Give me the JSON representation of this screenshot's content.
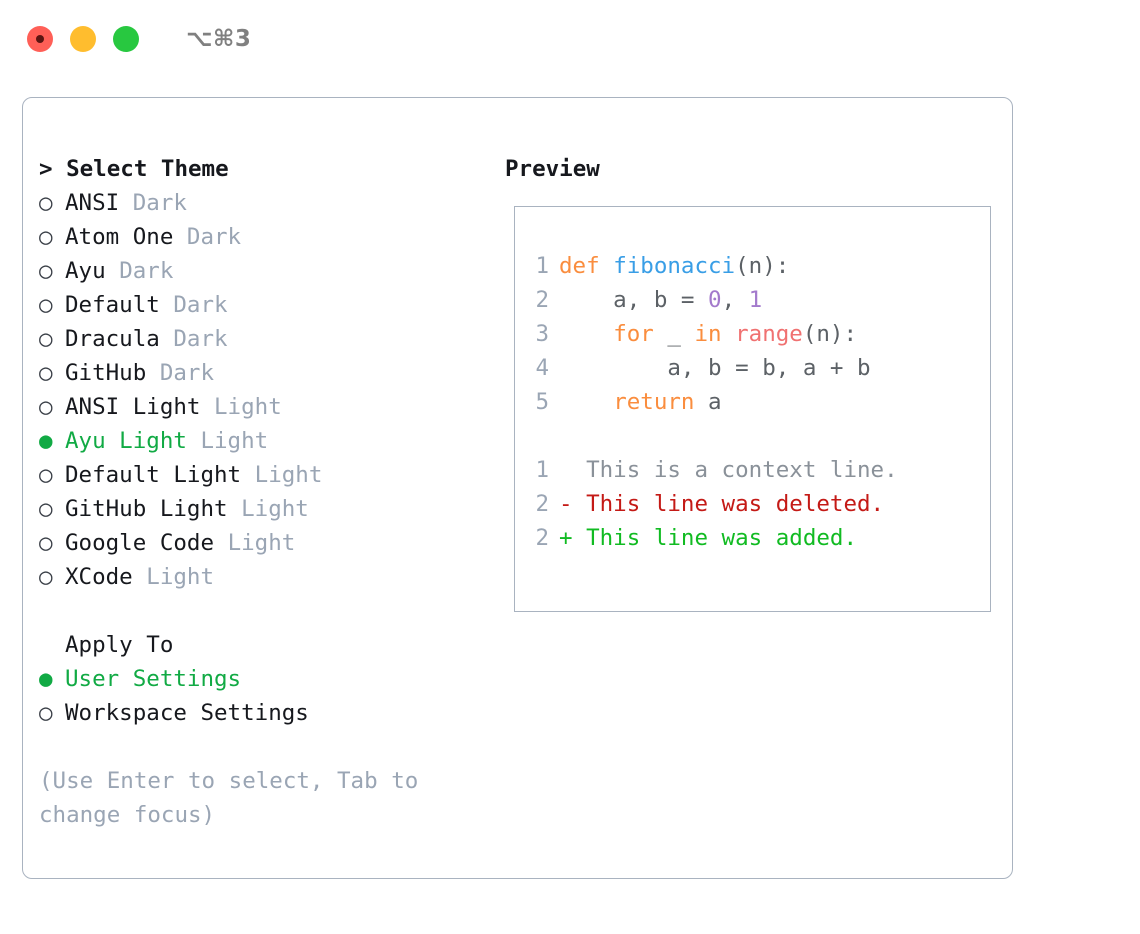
{
  "window": {
    "title": "⌥⌘3",
    "traffic_lights": [
      "close-red",
      "minimize-yellow",
      "maximize-green"
    ]
  },
  "theme_picker": {
    "header": "> Select Theme",
    "options": [
      {
        "marker": "○",
        "label": "ANSI",
        "kind": "Dark",
        "selected": false
      },
      {
        "marker": "○",
        "label": "Atom One",
        "kind": "Dark",
        "selected": false
      },
      {
        "marker": "○",
        "label": "Ayu",
        "kind": "Dark",
        "selected": false
      },
      {
        "marker": "○",
        "label": "Default",
        "kind": "Dark",
        "selected": false
      },
      {
        "marker": "○",
        "label": "Dracula",
        "kind": "Dark",
        "selected": false
      },
      {
        "marker": "○",
        "label": "GitHub",
        "kind": "Dark",
        "selected": false
      },
      {
        "marker": "○",
        "label": "ANSI Light",
        "kind": "Light",
        "selected": false
      },
      {
        "marker": "●",
        "label": "Ayu Light",
        "kind": "Light",
        "selected": true
      },
      {
        "marker": "○",
        "label": "Default Light",
        "kind": "Light",
        "selected": false
      },
      {
        "marker": "○",
        "label": "GitHub Light",
        "kind": "Light",
        "selected": false
      },
      {
        "marker": "○",
        "label": "Google Code",
        "kind": "Light",
        "selected": false
      },
      {
        "marker": "○",
        "label": "XCode",
        "kind": "Light",
        "selected": false
      }
    ],
    "selected_theme": "Ayu Light"
  },
  "apply_to": {
    "header": "Apply To",
    "options": [
      {
        "marker": "●",
        "label": "User Settings",
        "selected": true
      },
      {
        "marker": "○",
        "label": "Workspace Settings",
        "selected": false
      }
    ],
    "selected_target": "User Settings"
  },
  "hint": "(Use Enter to select, Tab to change focus)",
  "preview": {
    "header": "Preview",
    "code_lines": [
      {
        "no": "1",
        "tokens": [
          {
            "t": "def ",
            "c": "kw"
          },
          {
            "t": "fibonacci",
            "c": "fn"
          },
          {
            "t": "(n):",
            "c": "plain"
          }
        ]
      },
      {
        "no": "2",
        "tokens": [
          {
            "t": "    a, b = ",
            "c": "plain"
          },
          {
            "t": "0",
            "c": "num"
          },
          {
            "t": ", ",
            "c": "plain"
          },
          {
            "t": "1",
            "c": "num"
          }
        ]
      },
      {
        "no": "3",
        "tokens": [
          {
            "t": "    ",
            "c": "plain"
          },
          {
            "t": "for",
            "c": "kw"
          },
          {
            "t": " _ ",
            "c": "plain"
          },
          {
            "t": "in",
            "c": "kw"
          },
          {
            "t": " ",
            "c": "plain"
          },
          {
            "t": "range",
            "c": "builtin"
          },
          {
            "t": "(n):",
            "c": "plain"
          }
        ]
      },
      {
        "no": "4",
        "tokens": [
          {
            "t": "        a, b = b, a + b",
            "c": "plain"
          }
        ]
      },
      {
        "no": "5",
        "tokens": [
          {
            "t": "    ",
            "c": "plain"
          },
          {
            "t": "return",
            "c": "kw"
          },
          {
            "t": " a",
            "c": "plain"
          }
        ]
      }
    ],
    "diff_lines": [
      {
        "no": "1",
        "text": "  This is a context line.",
        "kind": "ctx"
      },
      {
        "no": "2",
        "text": "- This line was deleted.",
        "kind": "del"
      },
      {
        "no": "2",
        "text": "+ This line was added.",
        "kind": "add"
      }
    ]
  },
  "colors": {
    "accent_green": "#11aa44",
    "muted_gray": "#9aa5b4",
    "border": "#a9b3c0",
    "keyword_orange": "#fa8d3e",
    "function_blue": "#399ee6",
    "number_purple": "#a37acc",
    "builtin_red": "#f07171",
    "diff_delete": "#c41a16",
    "diff_add": "#11bb22"
  }
}
